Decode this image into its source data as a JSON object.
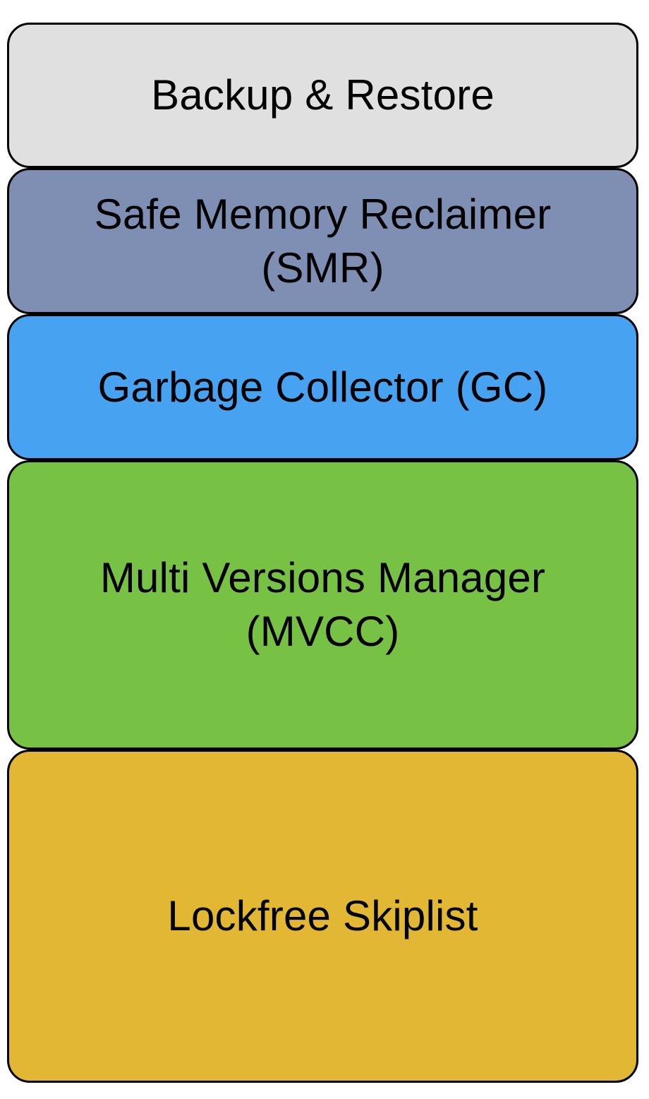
{
  "layers": [
    {
      "id": "backup",
      "label": "Backup & Restore",
      "color": "#e0e0e0"
    },
    {
      "id": "smr",
      "label": "Safe Memory Reclaimer\n(SMR)",
      "color": "#7f8fb3"
    },
    {
      "id": "gc",
      "label": "Garbage Collector (GC)",
      "color": "#47a2f1"
    },
    {
      "id": "mvcc",
      "label": "Multi Versions Manager\n(MVCC)",
      "color": "#77c244"
    },
    {
      "id": "skiplist",
      "label": "Lockfree Skiplist",
      "color": "#e2b733"
    }
  ]
}
